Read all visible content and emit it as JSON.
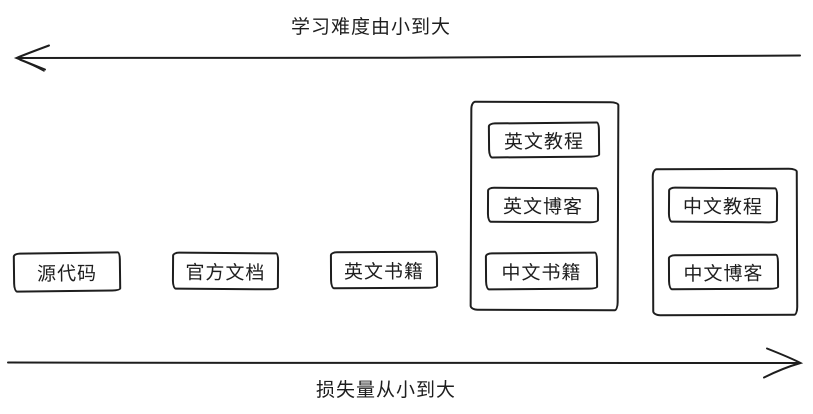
{
  "diagram": {
    "top_axis": {
      "label": "学习难度由小到大",
      "direction": "left"
    },
    "bottom_axis": {
      "label": "损失量从小到大",
      "direction": "right"
    },
    "standalone_items": [
      {
        "label": "源代码"
      },
      {
        "label": "官方文档"
      },
      {
        "label": "英文书籍"
      }
    ],
    "groups": [
      {
        "items": [
          {
            "label": "英文教程"
          },
          {
            "label": "英文博客"
          },
          {
            "label": "中文书籍"
          }
        ]
      },
      {
        "items": [
          {
            "label": "中文教程"
          },
          {
            "label": "中文博客"
          }
        ]
      }
    ],
    "colors": {
      "stroke": "#1e1e1e",
      "background": "#ffffff"
    }
  }
}
